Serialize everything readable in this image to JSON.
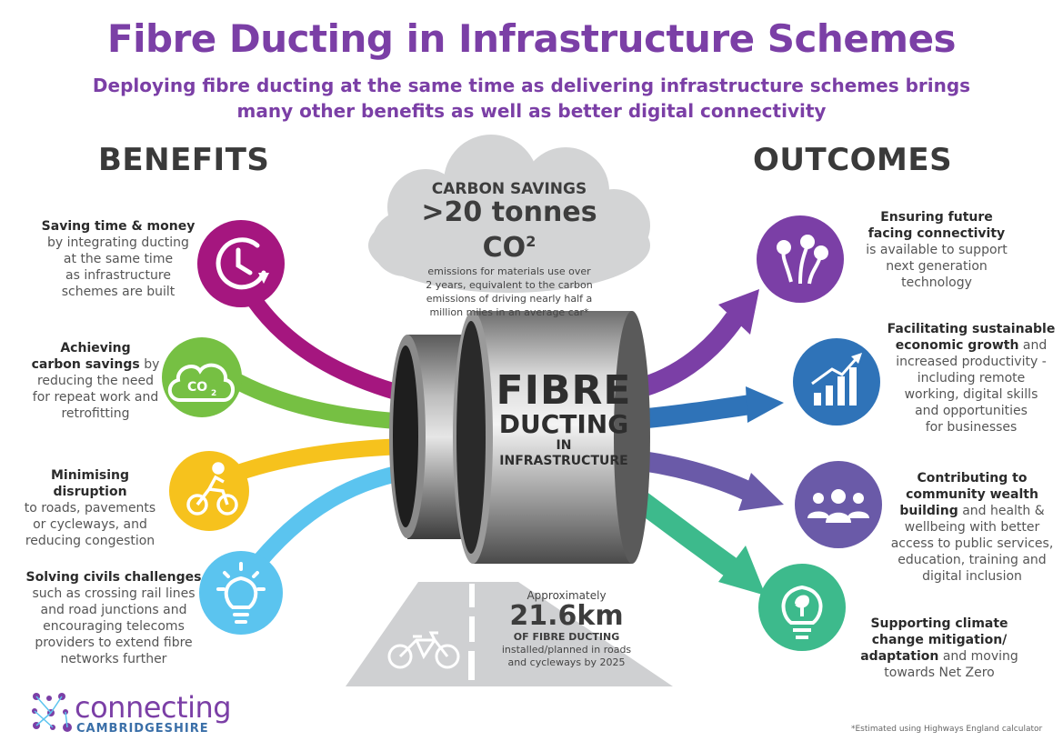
{
  "title": "Fibre Ducting in Infrastructure Schemes",
  "subtitle_line1": "Deploying fibre ducting at the same time as delivering infrastructure schemes brings",
  "subtitle_line2": "many other benefits as well as better digital connectivity",
  "benefits_heading": "BENEFITS",
  "outcomes_heading": "OUTCOMES",
  "colors": {
    "purple": "#7b3fa6",
    "magenta": "#a5167f",
    "green": "#76c043",
    "yellow": "#f6c21d",
    "light_blue": "#5bc4ef",
    "outcome_purple": "#7b3fa6",
    "outcome_blue": "#2f73b8",
    "outcome_violet": "#6a5aa8",
    "outcome_green": "#3dba8c"
  },
  "benefits": [
    {
      "icon": "clock-icon",
      "bold": "Saving time & money",
      "text": [
        "by integrating ducting",
        "at the same time",
        "as infrastructure",
        "schemes are built"
      ]
    },
    {
      "icon": "co2-cloud-icon",
      "bold1": "Achieving",
      "bold2": "carbon savings",
      "after": "by",
      "text": [
        "reducing the need",
        "for repeat work and",
        "retrofitting"
      ]
    },
    {
      "icon": "cyclist-icon",
      "bold": "Minimising disruption",
      "text": [
        "to roads, pavements",
        "or cycleways, and",
        "reducing congestion"
      ]
    },
    {
      "icon": "lightbulb-icon",
      "bold": "Solving civils challenges",
      "text": [
        "such as crossing rail lines",
        "and road junctions and",
        "encouraging telecoms",
        "providers to extend fibre",
        "networks further"
      ]
    }
  ],
  "outcomes": [
    {
      "icon": "fibre-strands-icon",
      "bold": [
        "Ensuring future",
        "facing connectivity"
      ],
      "text": [
        "is available to support",
        "next generation",
        "technology"
      ]
    },
    {
      "icon": "growth-chart-icon",
      "bold": [
        "Facilitating sustainable"
      ],
      "bold_inline": "economic growth",
      "after": "and",
      "text": [
        "increased productivity -",
        "including remote",
        "working, digital skills",
        "and opportunities",
        "for businesses"
      ]
    },
    {
      "icon": "community-icon",
      "bold": [
        "Contributing to",
        "community wealth"
      ],
      "bold_inline": "building",
      "after": "and health &",
      "text": [
        "wellbeing with better",
        "access to public services,",
        "education, training and",
        "digital inclusion"
      ]
    },
    {
      "icon": "leaf-bulb-icon",
      "bold": [
        "Supporting climate",
        "change mitigation/"
      ],
      "bold_inline": "adaptation",
      "after": "and moving",
      "text": [
        "towards Net Zero"
      ]
    }
  ],
  "cloud": {
    "heading": "CARBON SAVINGS",
    "big": ">20 tonnes CO",
    "sup": "2",
    "desc": [
      "emissions for materials use over",
      "2 years, equivalent to the carbon",
      "emissions of driving nearly half a",
      "million miles in an average car*"
    ]
  },
  "fibre": {
    "line1": "FIBRE",
    "line2": "DUCTING",
    "line3": "IN",
    "line4": "INFRASTRUCTURE"
  },
  "road": {
    "approx": "Approximately",
    "km": "21.6km",
    "sub_bold": "OF FIBRE DUCTING",
    "sub1": "installed/planned in roads",
    "sub2": "and cycleways by 2025"
  },
  "footnote": "*Estimated using Highways England calculator",
  "logo": {
    "main": "connecting",
    "sub": "CAMBRIDGESHIRE"
  }
}
